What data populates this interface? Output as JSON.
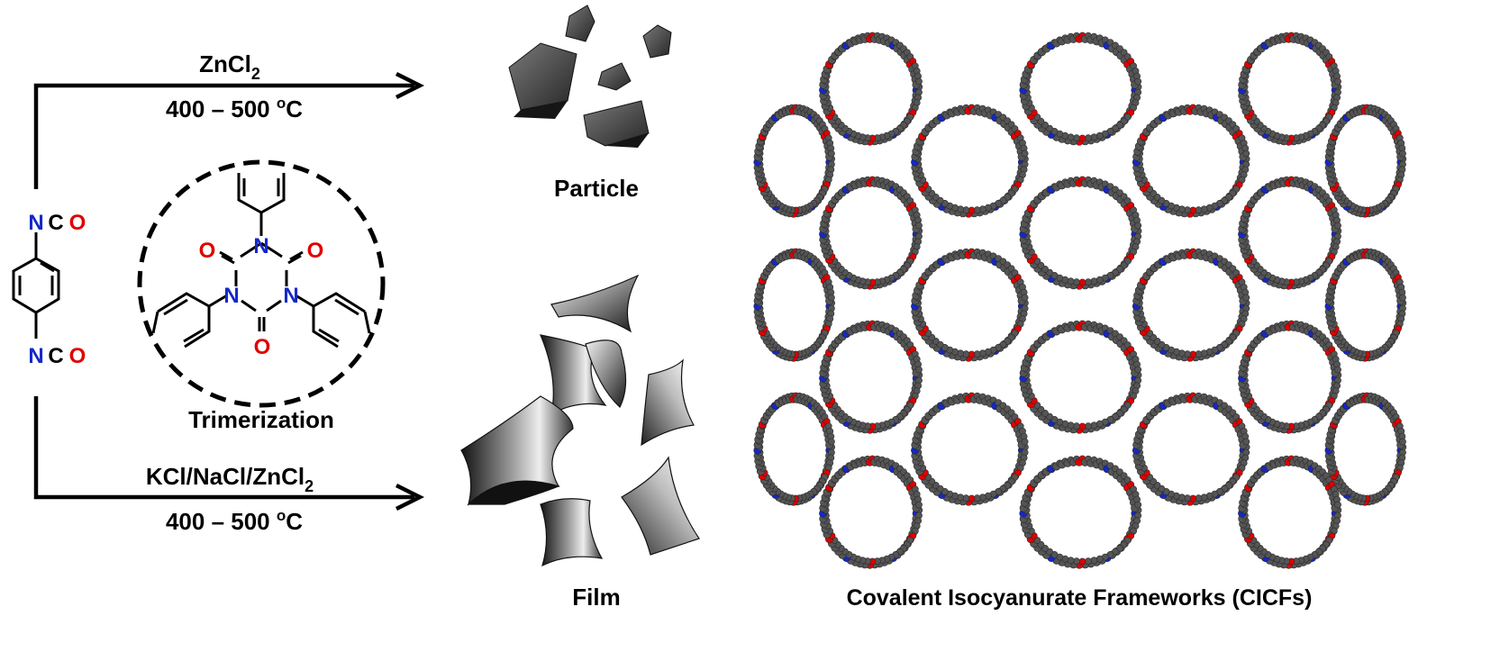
{
  "reaction_top": {
    "reagent_main": "ZnCl",
    "reagent_sub": "2",
    "temperature_prefix": "400 – 500 ",
    "temperature_degree": "o",
    "temperature_unit": "C"
  },
  "reaction_bottom": {
    "reagent_main": "KCl/NaCl/ZnCl",
    "reagent_sub": "2",
    "temperature_prefix": "400 – 500 ",
    "temperature_degree": "o",
    "temperature_unit": "C"
  },
  "monomer": {
    "group_top": {
      "n": "N",
      "c": "C",
      "o": "O"
    },
    "group_bottom": {
      "n": "N",
      "c": "C",
      "o": "O"
    }
  },
  "trimer": {
    "caption": "Trimerization",
    "n_label": "N",
    "o_label": "O"
  },
  "products": {
    "particle_label": "Particle",
    "film_label": "Film"
  },
  "framework": {
    "caption": "Covalent Isocyanurate Frameworks (CICFs)"
  },
  "colors": {
    "nitrogen": "#1428c8",
    "oxygen": "#e00000",
    "carbon": "#555555",
    "bond": "#000000"
  }
}
